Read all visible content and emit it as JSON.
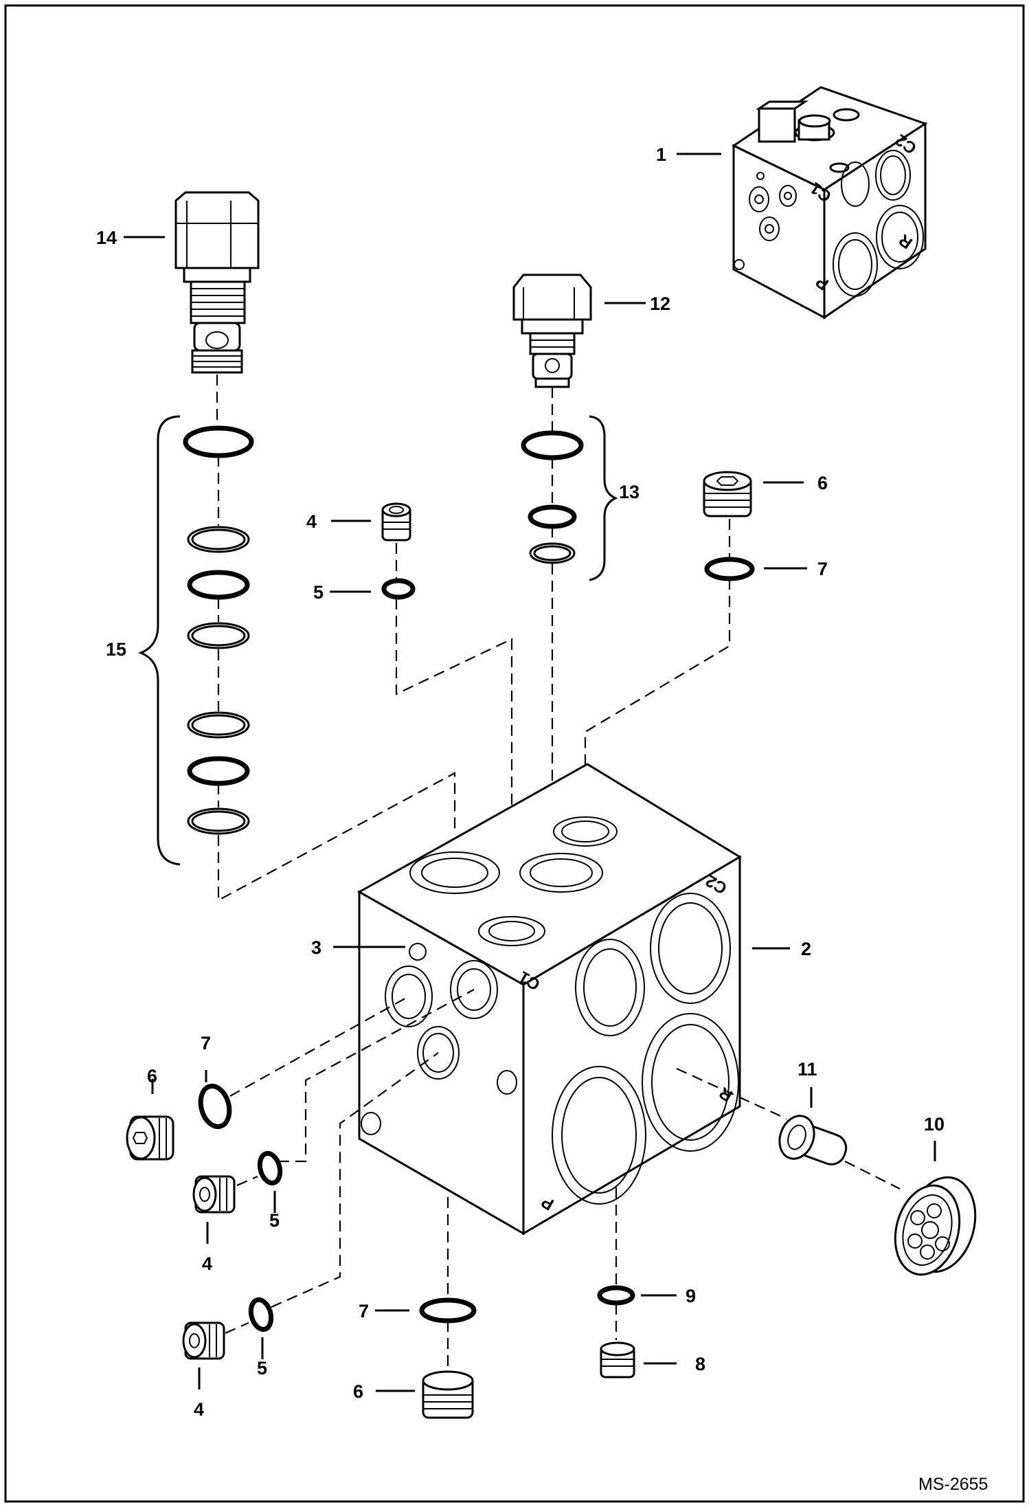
{
  "drawing_code": "MS-2655",
  "port_markings": {
    "c1": "C1",
    "c2": "C2",
    "p": "P",
    "r": "R"
  },
  "callouts": {
    "c1": "1",
    "c2": "2",
    "c3": "3",
    "c4a": "4",
    "c4b": "4",
    "c4c": "4",
    "c5a": "5",
    "c5b": "5",
    "c5c": "5",
    "c6a": "6",
    "c6b": "6",
    "c6c": "6",
    "c7a": "7",
    "c7b": "7",
    "c7c": "7",
    "c8": "8",
    "c9": "9",
    "c10": "10",
    "c11": "11",
    "c12": "12",
    "c13": "13",
    "c14": "14",
    "c15": "15"
  }
}
